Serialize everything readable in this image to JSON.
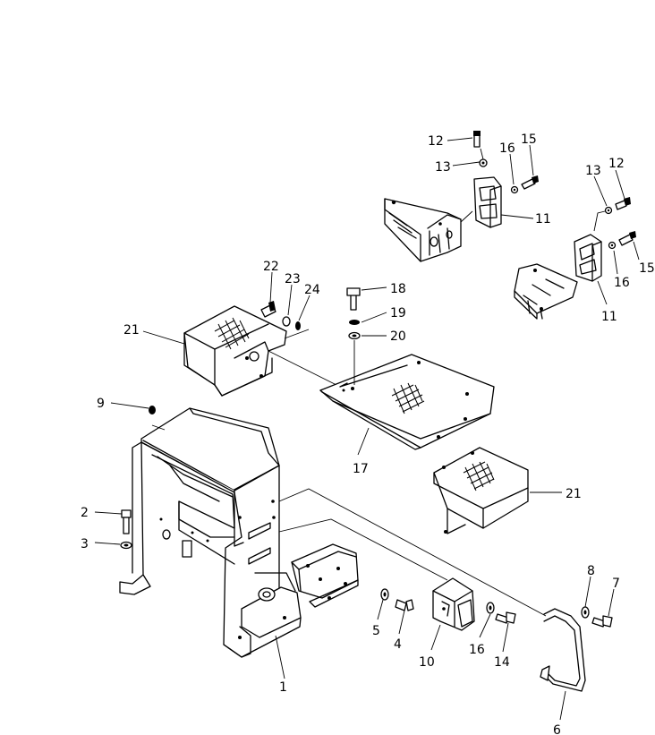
{
  "diagram": {
    "part_labels": [
      "1",
      "2",
      "3",
      "4",
      "5",
      "6",
      "7",
      "8",
      "9",
      "10",
      "11",
      "11",
      "12",
      "12",
      "13",
      "13",
      "14",
      "15",
      "15",
      "16",
      "16",
      "16",
      "17",
      "18",
      "19",
      "20",
      "21",
      "21",
      "22",
      "23",
      "24"
    ]
  }
}
